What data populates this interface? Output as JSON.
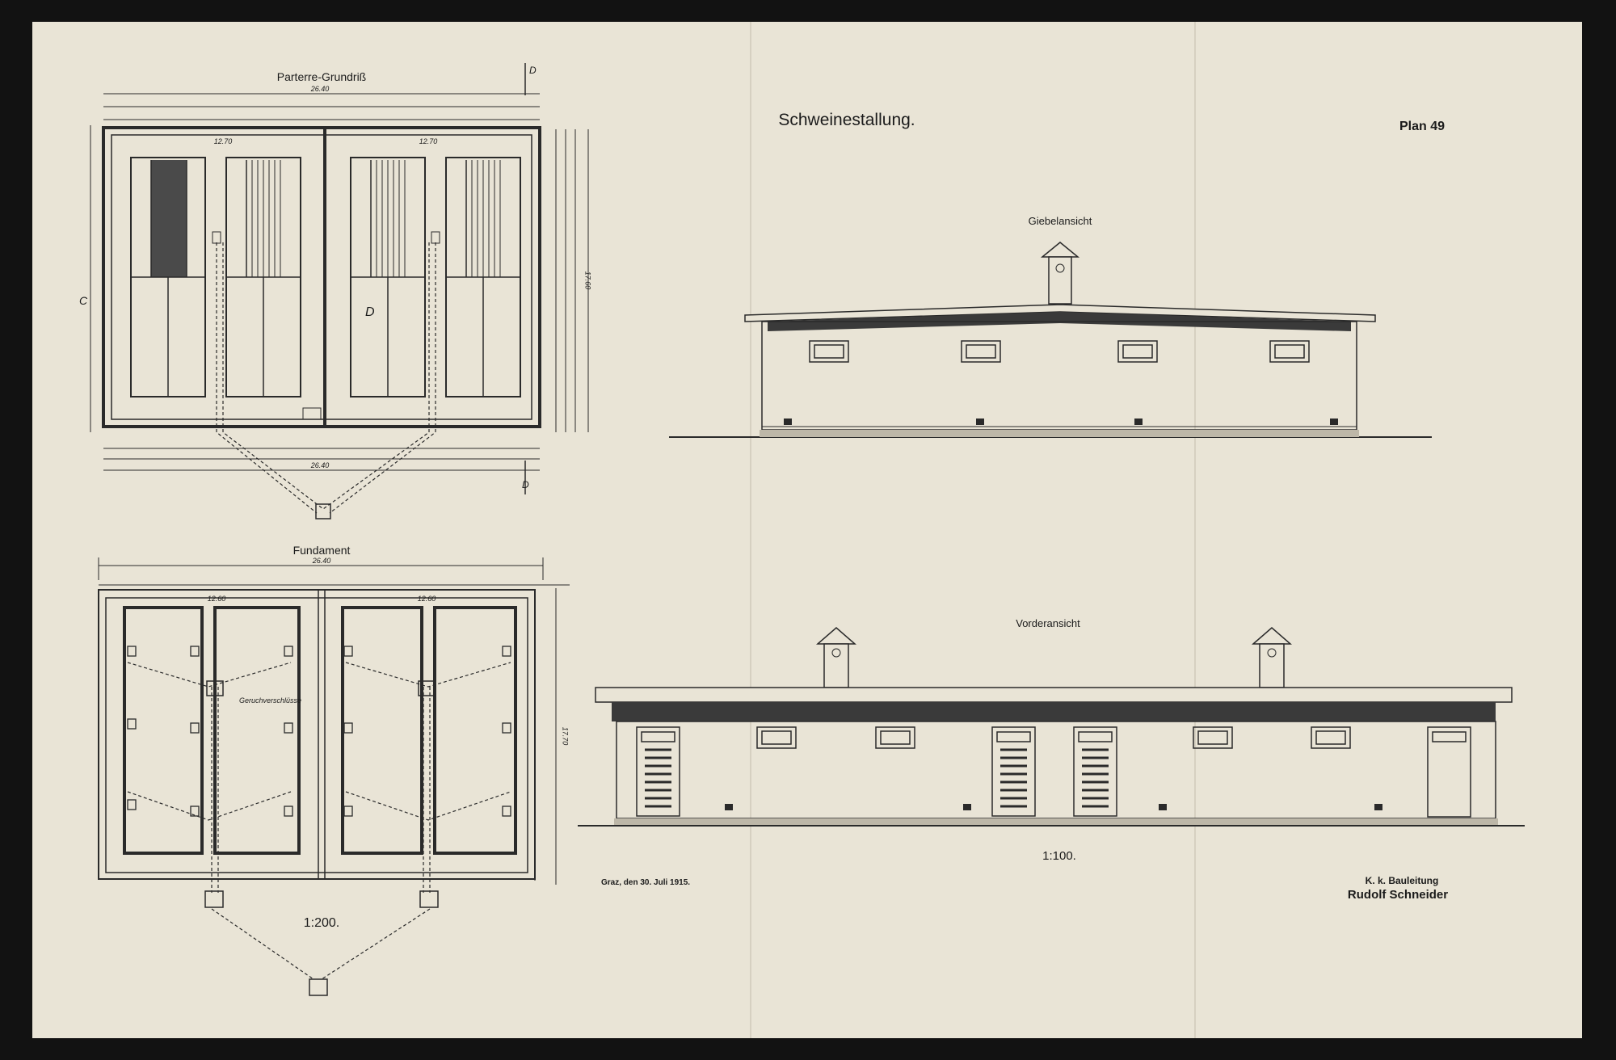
{
  "sheet": {
    "title": "Schweinestallung.",
    "plan_number": "Plan 49",
    "scale_plans": "1:200.",
    "scale_elevations": "1:100.",
    "place_date": "Graz, den 30. Juli 1915.",
    "authority": "K. k. Bauleitung",
    "signature": "Rudolf Schneider"
  },
  "views": {
    "ground_floor": "Parterre-Grundriß",
    "foundation": "Fundament",
    "gable_view": "Giebelansicht",
    "front_view": "Vorderansicht"
  },
  "annotations": {
    "overall_width": "26.40",
    "half_width": "12.70",
    "overall_depth": "17.60",
    "foundation_width": "26.40",
    "foundation_half": "12.60",
    "foundation_depth": "17.70",
    "foundation_note": "Geruchverschlüsse",
    "section_c": "C",
    "section_d": "D"
  },
  "colors": {
    "paper": "#e9e4d6",
    "ink": "#2a2a2a",
    "background": "#121212"
  }
}
